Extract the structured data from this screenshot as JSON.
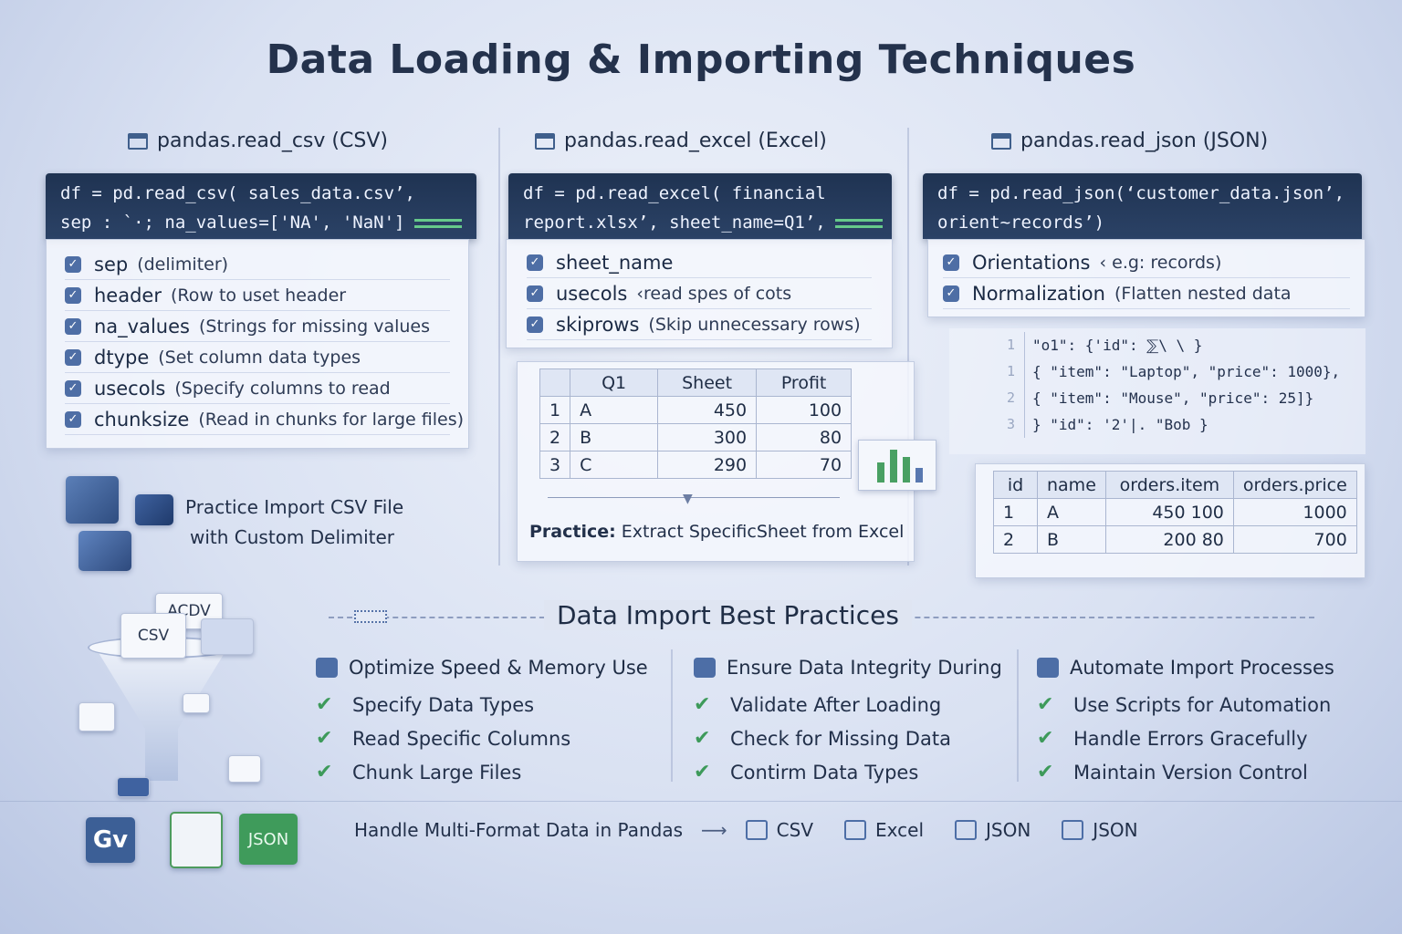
{
  "title": "Data Loading & Importing Techniques",
  "csv": {
    "heading": "pandas.read_csv (CSV)",
    "code": [
      "df = pd.read_csv( sales_data.csv’,",
      "sep : `·; na_values=['NA', 'NaN']"
    ],
    "params": [
      {
        "name": "sep",
        "desc": "(delimiter)"
      },
      {
        "name": "header",
        "desc": "(Row to uset header"
      },
      {
        "name": "na_values",
        "desc": "(Strings for missing values"
      },
      {
        "name": "dtype",
        "desc": "(Set column data types"
      },
      {
        "name": "usecols",
        "desc": "(Specify columns to read"
      },
      {
        "name": "chunksize",
        "desc": "(Read in chunks for large files)"
      }
    ],
    "practice": [
      "Practice Import CSV File",
      "with Custom Delimiter"
    ]
  },
  "excel": {
    "heading": "pandas.read_excel (Excel)",
    "code": [
      "df = pd.read_excel( financial",
      "report.xlsx’, sheet_name=Q1’,"
    ],
    "params": [
      {
        "name": "sheet_name",
        "desc": ""
      },
      {
        "name": "usecols",
        "desc": "‹read spes of  cots"
      },
      {
        "name": "skiprows",
        "desc": "(Skip unnecessary rows)"
      }
    ],
    "table": {
      "headers": [
        "",
        "Q1",
        "Sheet",
        "Profit"
      ],
      "rows": [
        [
          "1",
          "A",
          "450",
          "100"
        ],
        [
          "2",
          "B",
          "300",
          "80"
        ],
        [
          "3",
          "C",
          "290",
          "70"
        ]
      ]
    },
    "practice_label": "Practice:",
    "practice_text": "Extract SpecificSheet from Excel"
  },
  "json": {
    "heading": "pandas.read_json (JSON)",
    "code": [
      "df = pd.read_json(‘customer_data.json’,",
      "orient~records’)"
    ],
    "params": [
      {
        "name": "Orientations",
        "desc": "‹ e.g: records)"
      },
      {
        "name": "Normalization",
        "desc": "(Flatten nested data"
      }
    ],
    "json_lines": [
      "\"o1\":  {'id\":   ⅀\\ \\ }",
      "{ \"item\":  \"Laptop\",  \"price\":  1000},",
      "{ \"item\":  \"Mouse\",  \"price\":  25]}",
      "} \"id\":  '2'|.  \"Bob  }"
    ],
    "gutter": [
      "1",
      "1",
      "2",
      "3"
    ],
    "table": {
      "headers": [
        "id",
        "name",
        "orders.item",
        "orders.price"
      ],
      "rows": [
        [
          "1",
          "A",
          "450    100",
          "1000"
        ],
        [
          "2",
          "B",
          "200     80",
          "700"
        ]
      ]
    }
  },
  "best": {
    "title": "Data Import Best Practices",
    "columns": [
      {
        "heading": "Optimize Speed & Memory Use",
        "items": [
          "Specify Data Types",
          "Read Specific Columns",
          "Chunk Large Files"
        ]
      },
      {
        "heading": "Ensure Data Integrity During",
        "items": [
          "Validate After Loading",
          "Check for Missing Data",
          "Contirm Data Types"
        ]
      },
      {
        "heading": "Automate Import Processes",
        "items": [
          "Use Scripts for Automation",
          "Handle Errors Gracefully",
          "Maintain Version Control"
        ]
      }
    ]
  },
  "footer": {
    "text": "Handle Multi-Format Data in Pandas",
    "formats": [
      "CSV",
      "Excel",
      "JSON",
      "JSON"
    ]
  },
  "funnel": {
    "cards": [
      "ACDV",
      "CSV"
    ],
    "icons": [
      "Gv",
      "JSON"
    ]
  },
  "colors": {
    "accent": "#4e6ea5",
    "code_bg": "#1f3352",
    "check": "#3d9a5a"
  }
}
